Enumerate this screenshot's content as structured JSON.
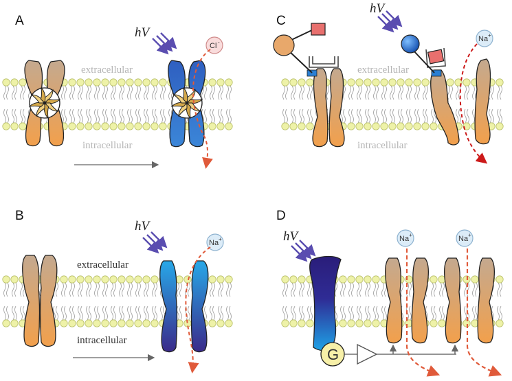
{
  "panels": {
    "A": {
      "letter": "A",
      "extracellular": "extracellular",
      "intracellular": "intracellular",
      "hv": "hV",
      "ion": "Cl",
      "ion_charge": "-"
    },
    "B": {
      "letter": "B",
      "extracellular": "extracellular",
      "intracellular": "intracellular",
      "hv": "hV",
      "ion": "Na",
      "ion_charge": "+"
    },
    "C": {
      "letter": "C",
      "extracellular": "extracellular",
      "intracellular": "intracellular",
      "hv": "hV",
      "ion": "Na",
      "ion_charge": "+"
    },
    "D": {
      "letter": "D",
      "hv": "hV",
      "ion_1": "Na",
      "ion_1_charge": "+",
      "ion_2": "Na",
      "ion_2_charge": "+",
      "g_protein": "G"
    }
  },
  "colors": {
    "membrane_head": "#eef2a8",
    "membrane_head_stroke": "#b9bf6a",
    "protein_orange_top": "#c9a98a",
    "protein_orange_bottom": "#f0a050",
    "protein_blue_top": "#3a6fc9",
    "protein_blue_bottom": "#2a4aa0",
    "photon_arrow": "#5a4db0",
    "ion_path_arrow": "#e05a3a",
    "label_gray": "#b0b0b0"
  }
}
